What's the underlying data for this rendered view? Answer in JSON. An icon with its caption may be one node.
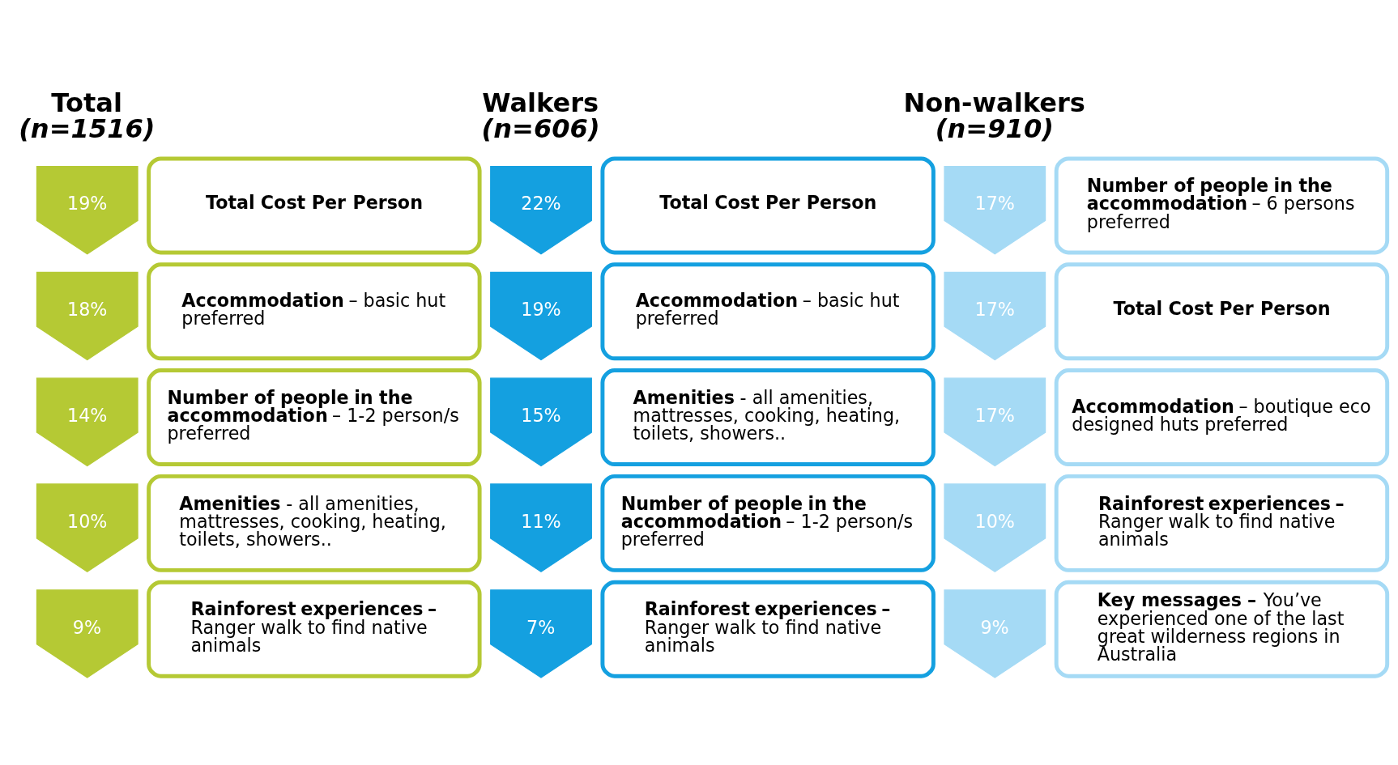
{
  "diagram": {
    "nodes": [
      {
        "text": [
          "19%"
        ]
      },
      {
        "text": [
          "**Total Cost Per Person**"
        ]
      },
      {
        "text": [
          "18%"
        ]
      },
      {
        "text": [
          "**Accommodation** – basic hut preferred"
        ]
      },
      {
        "text": [
          "14%"
        ]
      },
      {
        "text": [
          "**Number of people in the accommodation** – 1-2 person/s preferred"
        ]
      },
      {
        "text": [
          "10%"
        ]
      },
      {
        "text": [
          "**Amenities** - all amenities, mattresses, cooking, heating, toilets, showers.."
        ]
      },
      {
        "text": [
          "9%"
        ]
      },
      {
        "text": [
          "**Rainforest experiences –** Ranger walk to find native animals"
        ]
      },
      {
        "text": [
          "22%"
        ]
      },
      {
        "text": [
          "**Total Cost Per Person**"
        ]
      },
      {
        "text": [
          "19%"
        ]
      },
      {
        "text": [
          "**Accommodation** – basic hut preferred"
        ]
      },
      {
        "text": [
          "15%"
        ]
      },
      {
        "text": [
          "**Amenities** - all amenities, mattresses, cooking, heating, toilets, showers.."
        ]
      },
      {
        "text": [
          "11%"
        ]
      },
      {
        "text": [
          "**Number of people in the accommodation** – 1-2 person/s preferred"
        ]
      },
      {
        "text": [
          "7%"
        ]
      },
      {
        "text": [
          "**Rainforest experiences –** Ranger walk to find native animals"
        ]
      },
      {
        "text": [
          "17%"
        ]
      },
      {
        "text": [
          "**Number of people in the accommodation** – 6 persons preferred"
        ]
      },
      {
        "text": [
          "17%"
        ]
      },
      {
        "text": [
          "**Total Cost Per Person**"
        ]
      },
      {
        "text": [
          "17%"
        ]
      },
      {
        "text": [
          "**Accommodation** – boutique eco designed huts preferred"
        ]
      },
      {
        "text": [
          "10%"
        ]
      },
      {
        "text": [
          "**Rainforest experiences –** Ranger walk to find native animals"
        ]
      },
      {
        "text": [
          "9%"
        ]
      },
      {
        "text": [
          "**Key messages –** You’ve experienced one of the last great wilderness regions in Australia"
        ]
      }
    ],
    "labels": [
      "Total",
      "(n=1516)",
      "Walkers",
      "(n=606)",
      "Non-walkers",
      "(n=910)"
    ]
  }
}
